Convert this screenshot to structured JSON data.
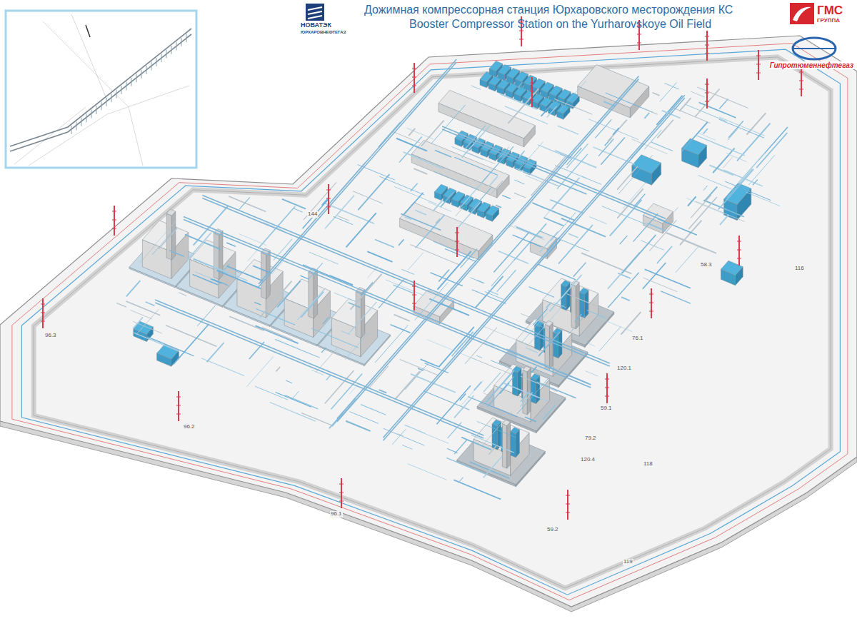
{
  "diagram": {
    "title": "Дожимная компрессорная станция Юрхаровского месторождения КС",
    "labels": [
      "Booster Compressor Station on the Yurharovskoye Oil Field",
      "НОВАТЭК",
      "ЮРХАРОВНЕФТЕГАЗ",
      "ГМС",
      "ГРУППА",
      "Гипротюменнефтегаз",
      "118",
      "119",
      "96.1",
      "59.1",
      "120.1",
      "76.1",
      "59.2",
      "96.2",
      "96.3",
      "116",
      "58.3",
      "120.4",
      "79.2",
      "144"
    ]
  }
}
